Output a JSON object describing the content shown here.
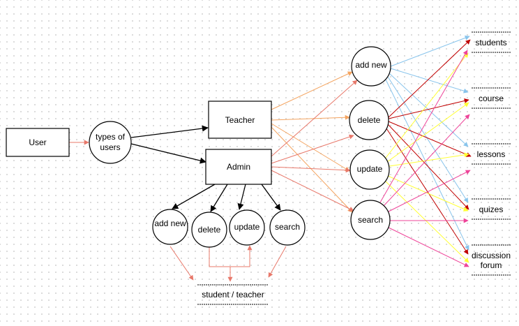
{
  "diagram": {
    "nodes": {
      "user": "User",
      "types_of_users": [
        "types of",
        "users"
      ],
      "teacher": "Teacher",
      "admin": "Admin",
      "admin_add_new": "add new",
      "admin_delete": "delete",
      "admin_update": "update",
      "admin_search": "search",
      "student_teacher": "student / teacher",
      "add_new": "add new",
      "delete": "delete",
      "update": "update",
      "search": "search",
      "students": "students",
      "course": "course",
      "lessons": "lessons",
      "quizes": "quizes",
      "discussion_forum": [
        "discussion",
        "forum"
      ]
    },
    "colors": {
      "black": "#000000",
      "salmon": "#e8786a",
      "orange": "#f4a460",
      "skyblue": "#88c4ec",
      "darkred": "#c00000",
      "yellow": "#ffff33",
      "pink": "#ee4499"
    }
  }
}
